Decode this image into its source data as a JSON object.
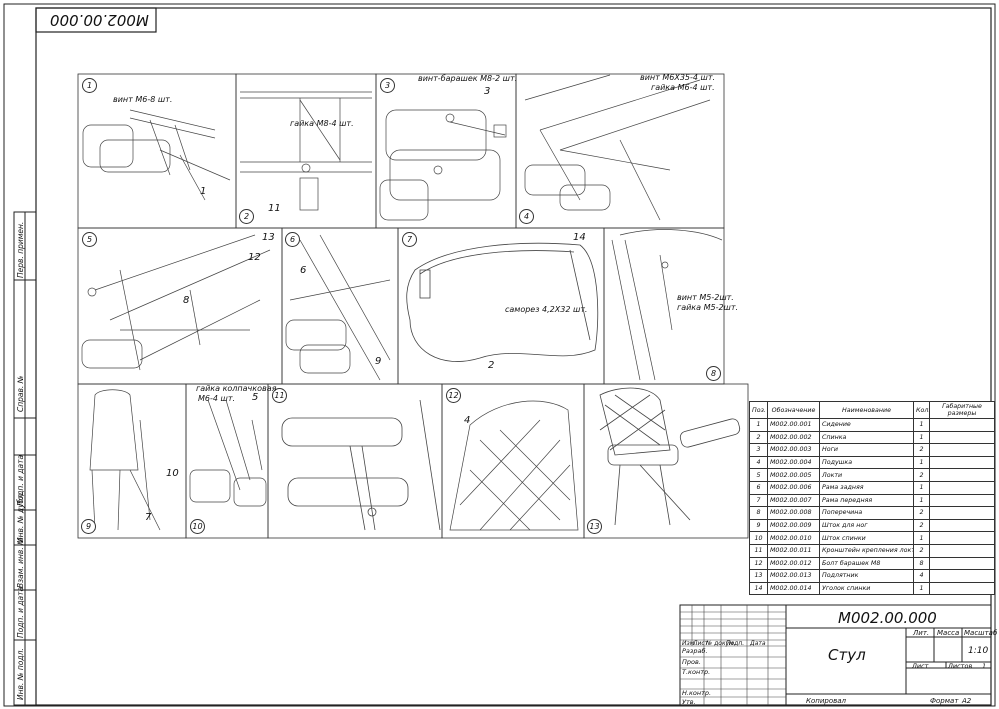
{
  "document_code_top": "M002.00.000",
  "document_code_main": "M002.00.000",
  "title": "Стул",
  "scale": "1:10",
  "sheet_label": "Лист",
  "sheets_label": "Листов",
  "sheets_count": "1",
  "mass_label": "Масса",
  "lit_label": "Лит.",
  "scale_label": "Масштаб",
  "copied_label": "Копировал",
  "format_label": "Формат",
  "format_value": "А2",
  "stamp_columns": [
    "Изм.",
    "Лист",
    "№ докум.",
    "Подп.",
    "Дата"
  ],
  "stamp_rows": [
    "Разраб.",
    "Пров.",
    "Т.контр.",
    "",
    "Н.контр.",
    "Утв."
  ],
  "side_labels": [
    "Перв. примен.",
    "Справ. №",
    "Подп. и дата",
    "Инв. № дубл.",
    "Взам. инв. №",
    "Подп. и дата",
    "Инв. № подл."
  ],
  "spec_headers": [
    "Поз.",
    "Обозначение",
    "Наименование",
    "Кол.",
    "Габаритные размеры"
  ],
  "spec_rows": [
    {
      "pos": "1",
      "code": "M002.00.001",
      "name": "Сидение",
      "qty": "1"
    },
    {
      "pos": "2",
      "code": "M002.00.002",
      "name": "Спинка",
      "qty": "1"
    },
    {
      "pos": "3",
      "code": "M002.00.003",
      "name": "Ноги",
      "qty": "2"
    },
    {
      "pos": "4",
      "code": "M002.00.004",
      "name": "Подушка",
      "qty": "1"
    },
    {
      "pos": "5",
      "code": "M002.00.005",
      "name": "Локти",
      "qty": "2"
    },
    {
      "pos": "6",
      "code": "M002.00.006",
      "name": "Рама задняя",
      "qty": "1"
    },
    {
      "pos": "7",
      "code": "M002.00.007",
      "name": "Рама передняя",
      "qty": "1"
    },
    {
      "pos": "8",
      "code": "M002.00.008",
      "name": "Поперечина",
      "qty": "2"
    },
    {
      "pos": "9",
      "code": "M002.00.009",
      "name": "Шток для ног",
      "qty": "2"
    },
    {
      "pos": "10",
      "code": "M002.00.010",
      "name": "Шток спинки",
      "qty": "1"
    },
    {
      "pos": "11",
      "code": "M002.00.011",
      "name": "Кронштейн крепления локтя к сидению",
      "qty": "2"
    },
    {
      "pos": "12",
      "code": "M002.00.012",
      "name": "Болт барашек М8",
      "qty": "8"
    },
    {
      "pos": "13",
      "code": "M002.00.013",
      "name": "Подлятник",
      "qty": "4"
    },
    {
      "pos": "14",
      "code": "M002.00.014",
      "name": "Уголок спинки",
      "qty": "1"
    }
  ],
  "callouts": {
    "p1": "винт М6-8 шт.",
    "p2": "гайка М8-4 шт.",
    "p3": "винт-барашек М8-2 шт.",
    "p4a": "винт М6Х35-4 шт.",
    "p4b": "гайка М6-4 шт.",
    "p7": "саморез 4,2Х32 шт.",
    "p8a": "винт М5-2шт.",
    "p8b": "гайка М5-2шт.",
    "p10a": "гайка колпачковая",
    "p10b": "М6-4 шт."
  },
  "panel_numbers": [
    "1",
    "2",
    "3",
    "4",
    "5",
    "6",
    "7",
    "8",
    "9",
    "10",
    "11",
    "12",
    "13"
  ],
  "part_numbers": {
    "p1": [
      "1"
    ],
    "p2": [
      "11"
    ],
    "p3": [
      "3"
    ],
    "p5": [
      "13",
      "12",
      "8"
    ],
    "p6": [
      "6",
      "9"
    ],
    "p7": [
      "14",
      "2"
    ],
    "p9": [
      "10",
      "7"
    ],
    "p10": [
      "5"
    ],
    "p12": [
      "4"
    ]
  }
}
